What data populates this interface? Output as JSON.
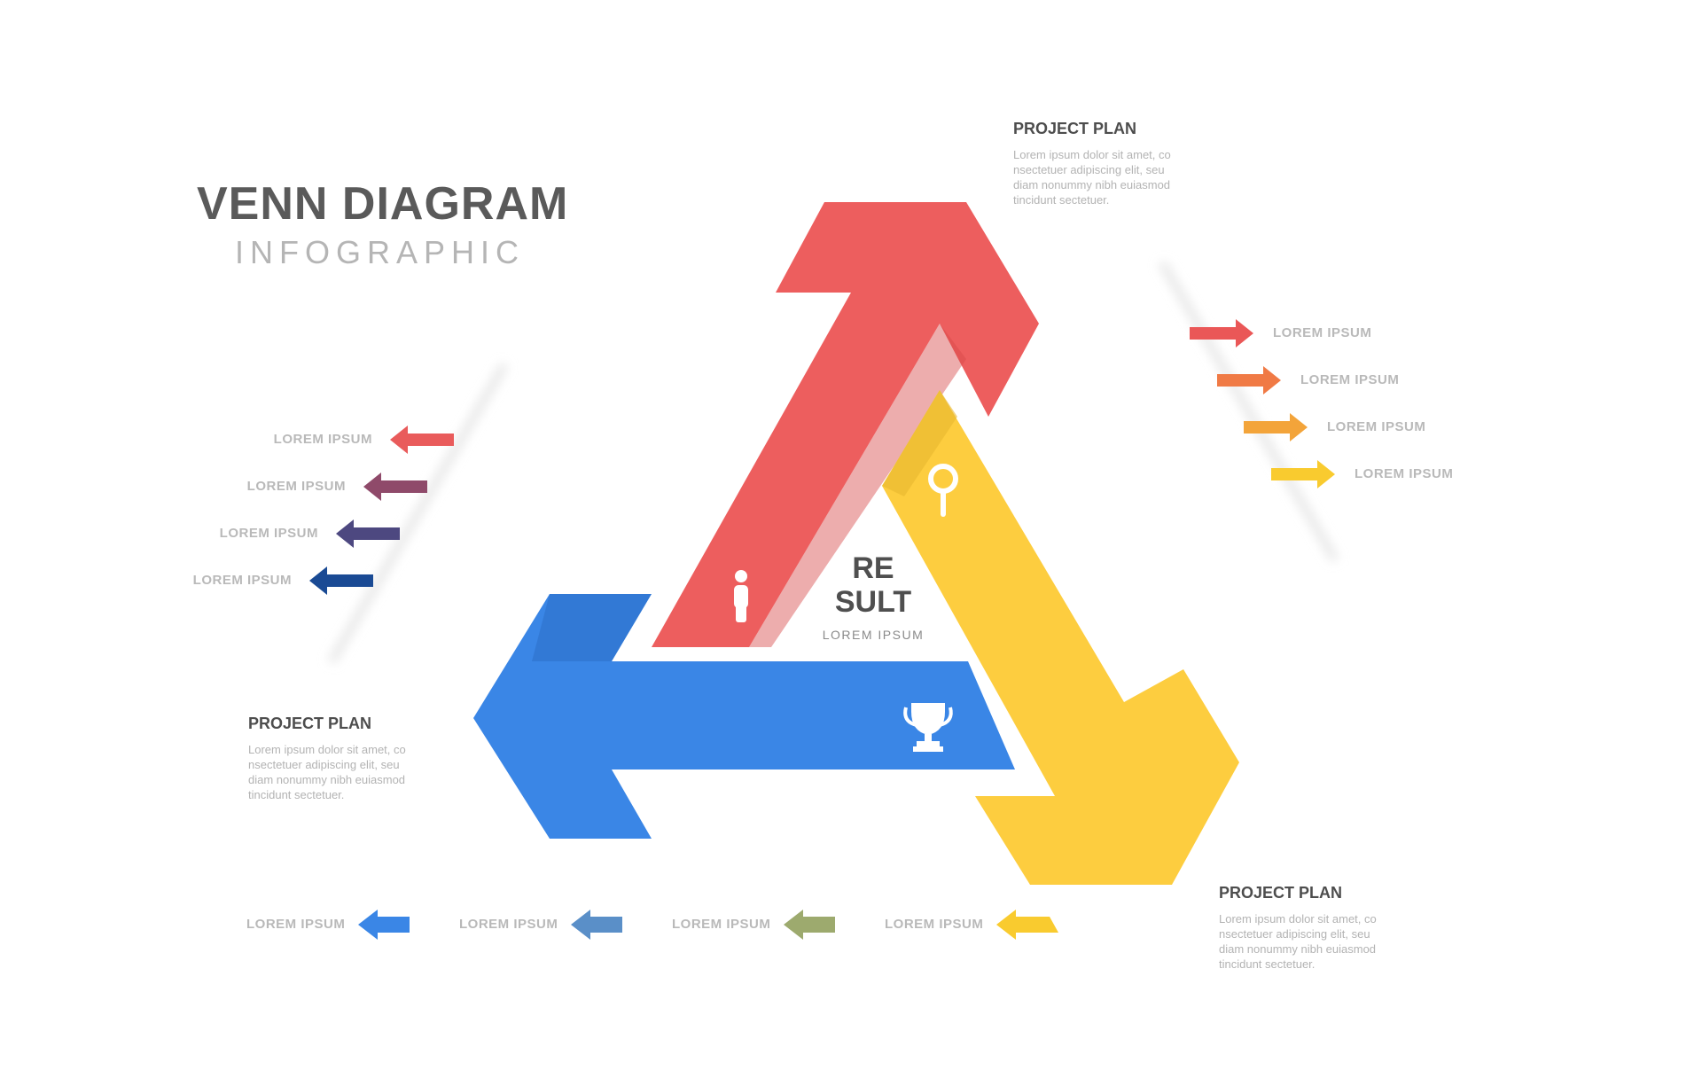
{
  "header": {
    "title": "VENN DIAGRAM",
    "subtitle": "INFOGRAPHIC"
  },
  "center": {
    "title_line1": "RE",
    "title_line2": "SULT",
    "subtitle": "LOREM IPSUM"
  },
  "project_plans": [
    {
      "heading": "PROJECT PLAN",
      "body": "Lorem ipsum dolor sit amet, co nsectetuer adipiscing elit, seu diam nonummy nibh euiasmod tincidunt sectetuer."
    },
    {
      "heading": "PROJECT PLAN",
      "body": "Lorem ipsum dolor sit amet, co nsectetuer adipiscing elit, seu diam nonummy nibh euiasmod tincidunt sectetuer."
    },
    {
      "heading": "PROJECT PLAN",
      "body": "Lorem ipsum dolor sit amet, co nsectetuer adipiscing elit, seu diam nonummy nibh euiasmod tincidunt sectetuer."
    }
  ],
  "right_list": [
    {
      "label": "LOREM IPSUM",
      "color": "#ea5757"
    },
    {
      "label": "LOREM IPSUM",
      "color": "#f07a45"
    },
    {
      "label": "LOREM IPSUM",
      "color": "#f3a43a"
    },
    {
      "label": "LOREM IPSUM",
      "color": "#f9cb2f"
    }
  ],
  "left_list": [
    {
      "label": "LOREM IPSUM",
      "color": "#e95b5b"
    },
    {
      "label": "LOREM IPSUM",
      "color": "#8f4a6a"
    },
    {
      "label": "LOREM IPSUM",
      "color": "#4d4880"
    },
    {
      "label": "LOREM IPSUM",
      "color": "#1a4a94"
    }
  ],
  "bottom_list": [
    {
      "label": "LOREM IPSUM",
      "color": "#3a86e6"
    },
    {
      "label": "LOREM IPSUM",
      "color": "#5a8fc8"
    },
    {
      "label": "LOREM IPSUM",
      "color": "#9daa6e"
    },
    {
      "label": "LOREM IPSUM",
      "color": "#f9cb2f"
    }
  ],
  "arrows": [
    {
      "name": "red",
      "color": "#ed5e5e",
      "icon": "person-icon"
    },
    {
      "name": "yellow",
      "color": "#fdcd3f",
      "icon": "search-icon"
    },
    {
      "name": "blue",
      "color": "#3a86e6",
      "icon": "trophy-icon"
    }
  ]
}
